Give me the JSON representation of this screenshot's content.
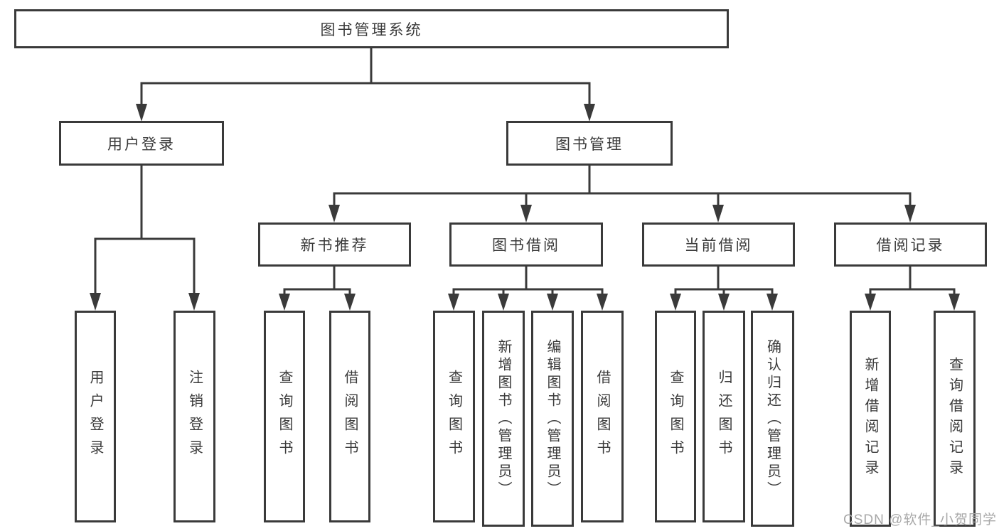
{
  "colors": {
    "line": "#3a3a3a",
    "text": "#3a3a3a",
    "watermark": "#a8a8a8",
    "background": "#ffffff"
  },
  "watermark": {
    "text": "CSDN @软件_小贺同学"
  },
  "tree": {
    "label": "图书管理系统",
    "children": [
      {
        "label": "用户登录",
        "children": [
          {
            "label": "用户登录"
          },
          {
            "label": "注销登录"
          }
        ]
      },
      {
        "label": "图书管理",
        "children": [
          {
            "label": "新书推荐",
            "children": [
              {
                "label": "查询图书"
              },
              {
                "label": "借阅图书"
              }
            ]
          },
          {
            "label": "图书借阅",
            "children": [
              {
                "label": "查询图书"
              },
              {
                "label": "新增图书（管理员）"
              },
              {
                "label": "编辑图书（管理员）"
              },
              {
                "label": "借阅图书"
              }
            ]
          },
          {
            "label": "当前借阅",
            "children": [
              {
                "label": "查询图书"
              },
              {
                "label": "归还图书"
              },
              {
                "label": "确认归还（管理员）"
              }
            ]
          },
          {
            "label": "借阅记录",
            "children": [
              {
                "label": "新增借阅记录"
              },
              {
                "label": "查询借阅记录"
              }
            ]
          }
        ]
      }
    ]
  }
}
